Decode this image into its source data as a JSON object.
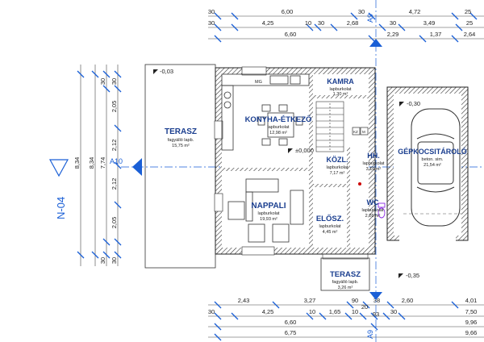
{
  "dimensions": {
    "top": [
      {
        "id": "t1-a",
        "text": "30"
      },
      {
        "id": "t1-b",
        "text": "6,00"
      },
      {
        "id": "t1-c",
        "text": "30"
      },
      {
        "id": "t1-d",
        "text": "4,72"
      },
      {
        "id": "t1-e",
        "text": "25"
      },
      {
        "id": "t2-a",
        "text": "30"
      },
      {
        "id": "t2-b",
        "text": "4,25"
      },
      {
        "id": "t2-c",
        "text": "10"
      },
      {
        "id": "t2-d",
        "text": "30"
      },
      {
        "id": "t2-e",
        "text": "2,68"
      },
      {
        "id": "t2-f",
        "text": "30"
      },
      {
        "id": "t2-g",
        "text": "3,49"
      },
      {
        "id": "t2-h",
        "text": "25"
      },
      {
        "id": "t3-a",
        "text": "6,60"
      },
      {
        "id": "t3-b",
        "text": "2,29"
      },
      {
        "id": "t3-c",
        "text": "1,37"
      },
      {
        "id": "t3-d",
        "text": "2,64"
      }
    ],
    "bottom": [
      {
        "id": "b1-a",
        "text": "2,43"
      },
      {
        "id": "b1-b",
        "text": "3,27"
      },
      {
        "id": "b1-c",
        "text": "90"
      },
      {
        "id": "b1-d",
        "text": "38"
      },
      {
        "id": "b1-e",
        "text": "2,60"
      },
      {
        "id": "b1-f",
        "text": "4,01"
      },
      {
        "id": "b2-a",
        "text": "30"
      },
      {
        "id": "b2-b",
        "text": "4,25"
      },
      {
        "id": "b2-c",
        "text": "10"
      },
      {
        "id": "b2-d",
        "text": "1,65"
      },
      {
        "id": "b2-e",
        "text": "10"
      },
      {
        "id": "b2-f",
        "text": "93"
      },
      {
        "id": "b2-g",
        "text": "20"
      },
      {
        "id": "b2-h",
        "text": "30"
      },
      {
        "id": "b2-i",
        "text": "7,50"
      },
      {
        "id": "b3-a",
        "text": "6,60"
      },
      {
        "id": "b3-b",
        "text": "9,96"
      },
      {
        "id": "b4-a",
        "text": "6,75"
      },
      {
        "id": "b4-b",
        "text": "9,66"
      }
    ],
    "left": [
      {
        "id": "l-a",
        "text": "30"
      },
      {
        "id": "l-b",
        "text": "2,05"
      },
      {
        "id": "l-c",
        "text": "2,12"
      },
      {
        "id": "l-d",
        "text": "2,12"
      },
      {
        "id": "l-e",
        "text": "2,05"
      },
      {
        "id": "l-f",
        "text": "30"
      },
      {
        "id": "l-g",
        "text": "8,34"
      },
      {
        "id": "l-h",
        "text": "8,34"
      },
      {
        "id": "l-i",
        "text": "7,74"
      },
      {
        "id": "l-j",
        "text": "30"
      },
      {
        "id": "l-k",
        "text": "30"
      }
    ]
  },
  "section_marks": {
    "left_label": "N-04",
    "axis_left": "A10",
    "axis_top": "A9",
    "axis_bottom": "A9"
  },
  "levels": {
    "terrace_left": "-0,03",
    "main": "±0,000",
    "garage": "-0,30",
    "front": "-0,35"
  },
  "rooms": {
    "terrace_left": {
      "name": "TERASZ",
      "floor": "fagyálló lapb.",
      "area": "15,75 m²"
    },
    "kitchen": {
      "name": "KONYHA-ÉTKEZŐ",
      "floor": "lapburkolat",
      "area": "12,98 m²",
      "appliance": "MG"
    },
    "pantry": {
      "name": "KAMRA",
      "floor": "lapburkolat",
      "area": "1,30 m²"
    },
    "living": {
      "name": "NAPPALI",
      "floor": "lapburkolat",
      "area": "19,93 m²"
    },
    "corridor": {
      "name": "KÖZL.",
      "floor": "lapburkolat",
      "area": "7,17 m²"
    },
    "utility": {
      "name": "HH.",
      "floor": "lapburkolat",
      "area": "3,16 m²",
      "appliances": [
        "KZ",
        "M"
      ]
    },
    "hall": {
      "name": "ELŐSZ.",
      "floor": "lapburkolat",
      "area": "4,45 m²"
    },
    "wc": {
      "name": "WC",
      "floor": "lapburkolat",
      "area": "2,26 m²"
    },
    "garage": {
      "name": "GÉPKOCSITÁROLÓ",
      "floor": "beton. sim.",
      "area": "21,54 m²"
    },
    "terrace_front": {
      "name": "TERASZ",
      "floor": "fagyálló lapb.",
      "area": "3,26 m²"
    }
  }
}
